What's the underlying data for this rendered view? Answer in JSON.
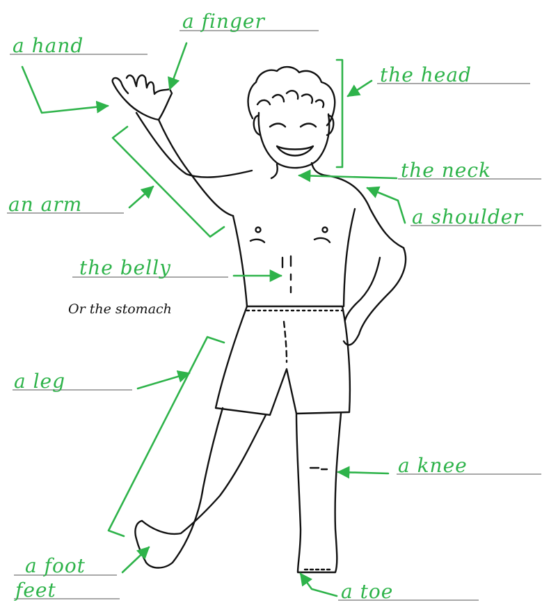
{
  "colors": {
    "accent": "#2eb34a",
    "ink": "#111111",
    "rule": "#8c8c8c"
  },
  "labels": {
    "hand": "a hand",
    "finger": "a finger",
    "head": "the head",
    "neck": "the neck",
    "arm": "an arm",
    "shoulder": "a shoulder",
    "belly": "the belly",
    "stomach_note": "Or the stomach",
    "leg": "a leg",
    "knee": "a knee",
    "foot": "a foot",
    "feet": "feet",
    "toe": "a toe"
  }
}
